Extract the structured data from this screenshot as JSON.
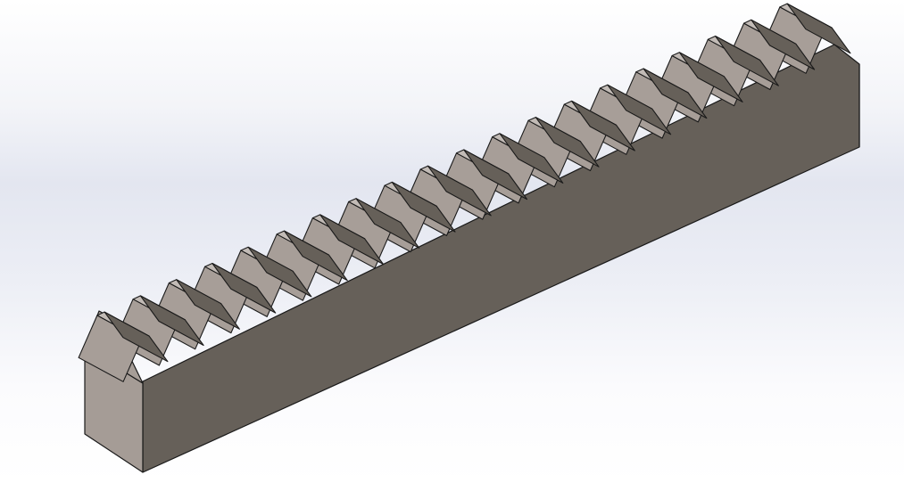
{
  "viewport": {
    "model": "gear-rack",
    "view": "isometric",
    "display_style": "shaded-with-edges",
    "background": {
      "top": "#ffffff",
      "middle": "#e3e6f0",
      "bottom": "#ffffff"
    }
  },
  "part": {
    "tooth_count": 20,
    "colors": {
      "front_face": "#666059",
      "end_face": "#a59c96",
      "tooth_flank": "#a79e98",
      "tooth_top": "#c2bbb6",
      "edge": "#1a1a1a"
    }
  }
}
